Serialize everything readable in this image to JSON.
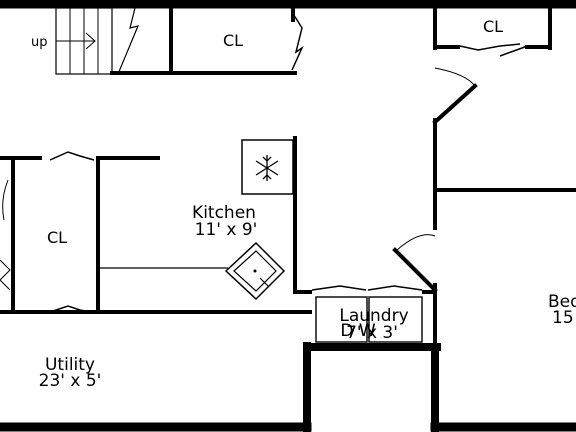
{
  "rooms": {
    "stair_label": "up",
    "closet_top_left": "CL",
    "closet_top_right": "CL",
    "closet_left": "CL",
    "kitchen_name": "Kitchen",
    "kitchen_size": "11' x 9'",
    "laundry_name": "Laundry",
    "laundry_size": "7' x 3'",
    "laundry_appliances": "D W",
    "utility_name": "Utility",
    "utility_size": "23' x 5'",
    "bedroom_name_partial": "Bed",
    "bedroom_size_partial": "15"
  },
  "icons": {
    "refrigerator": "snowflake-icon",
    "sink": "sink-icon"
  }
}
